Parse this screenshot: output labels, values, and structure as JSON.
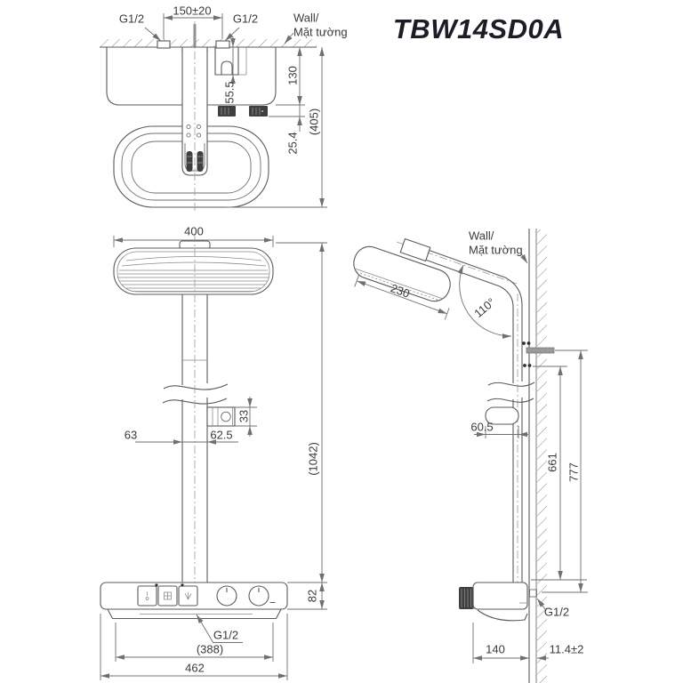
{
  "title": "TBW14SD0A",
  "colors": {
    "line": "#5b5b5b",
    "dimension": "#707070",
    "text": "#3a3a3a",
    "title": "#1c1c27",
    "dark_fill": "#3f3f3f",
    "background": "#ffffff"
  },
  "top_view": {
    "g12_left": "G1/2",
    "span_dim": "150±20",
    "g12_right": "G1/2",
    "wall_en": "Wall/",
    "wall_vi": "Mặt tường",
    "dim_55_5": "55.5",
    "dim_130": "130",
    "dim_25_4": "25.4",
    "dim_405": "(405)"
  },
  "front_view": {
    "dim_400": "400",
    "dim_33": "33",
    "dim_63": "63",
    "dim_62_5": "62.5",
    "dim_1042": "(1042)",
    "dim_82": "82",
    "outlet": "G1/2",
    "dim_388": "(388)",
    "dim_462": "462"
  },
  "side_view": {
    "wall_en": "Wall/",
    "wall_vi": "Mặt tường",
    "dim_230": "230",
    "angle": "110°",
    "dim_60_5": "60.5",
    "dim_661": "661",
    "dim_777": "777",
    "outlet": "G1/2",
    "dim_140": "140",
    "dim_11_4": "11.4±2"
  }
}
